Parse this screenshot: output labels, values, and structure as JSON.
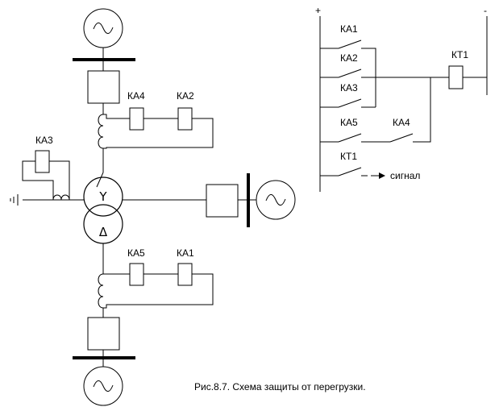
{
  "labels": {
    "ka1_left": "КА1",
    "ka2_left": "КА2",
    "ka3_left": "КА3",
    "ka4_left": "КА4",
    "ka5_left": "КА5",
    "kt1_left": "КТ1",
    "ka1_right": "КА1",
    "ka2_right": "КА2",
    "ka3_right": "КА3",
    "ka4_right": "КА4",
    "ka5_right": "КА5",
    "kt1_right": "КТ1"
  },
  "transformer": {
    "star": "Y",
    "delta": "Δ"
  },
  "polarity": {
    "plus": "+",
    "minus": "-"
  },
  "signal_text": "сигнал",
  "caption": "Рис.8.7. Схема защиты от перегрузки."
}
